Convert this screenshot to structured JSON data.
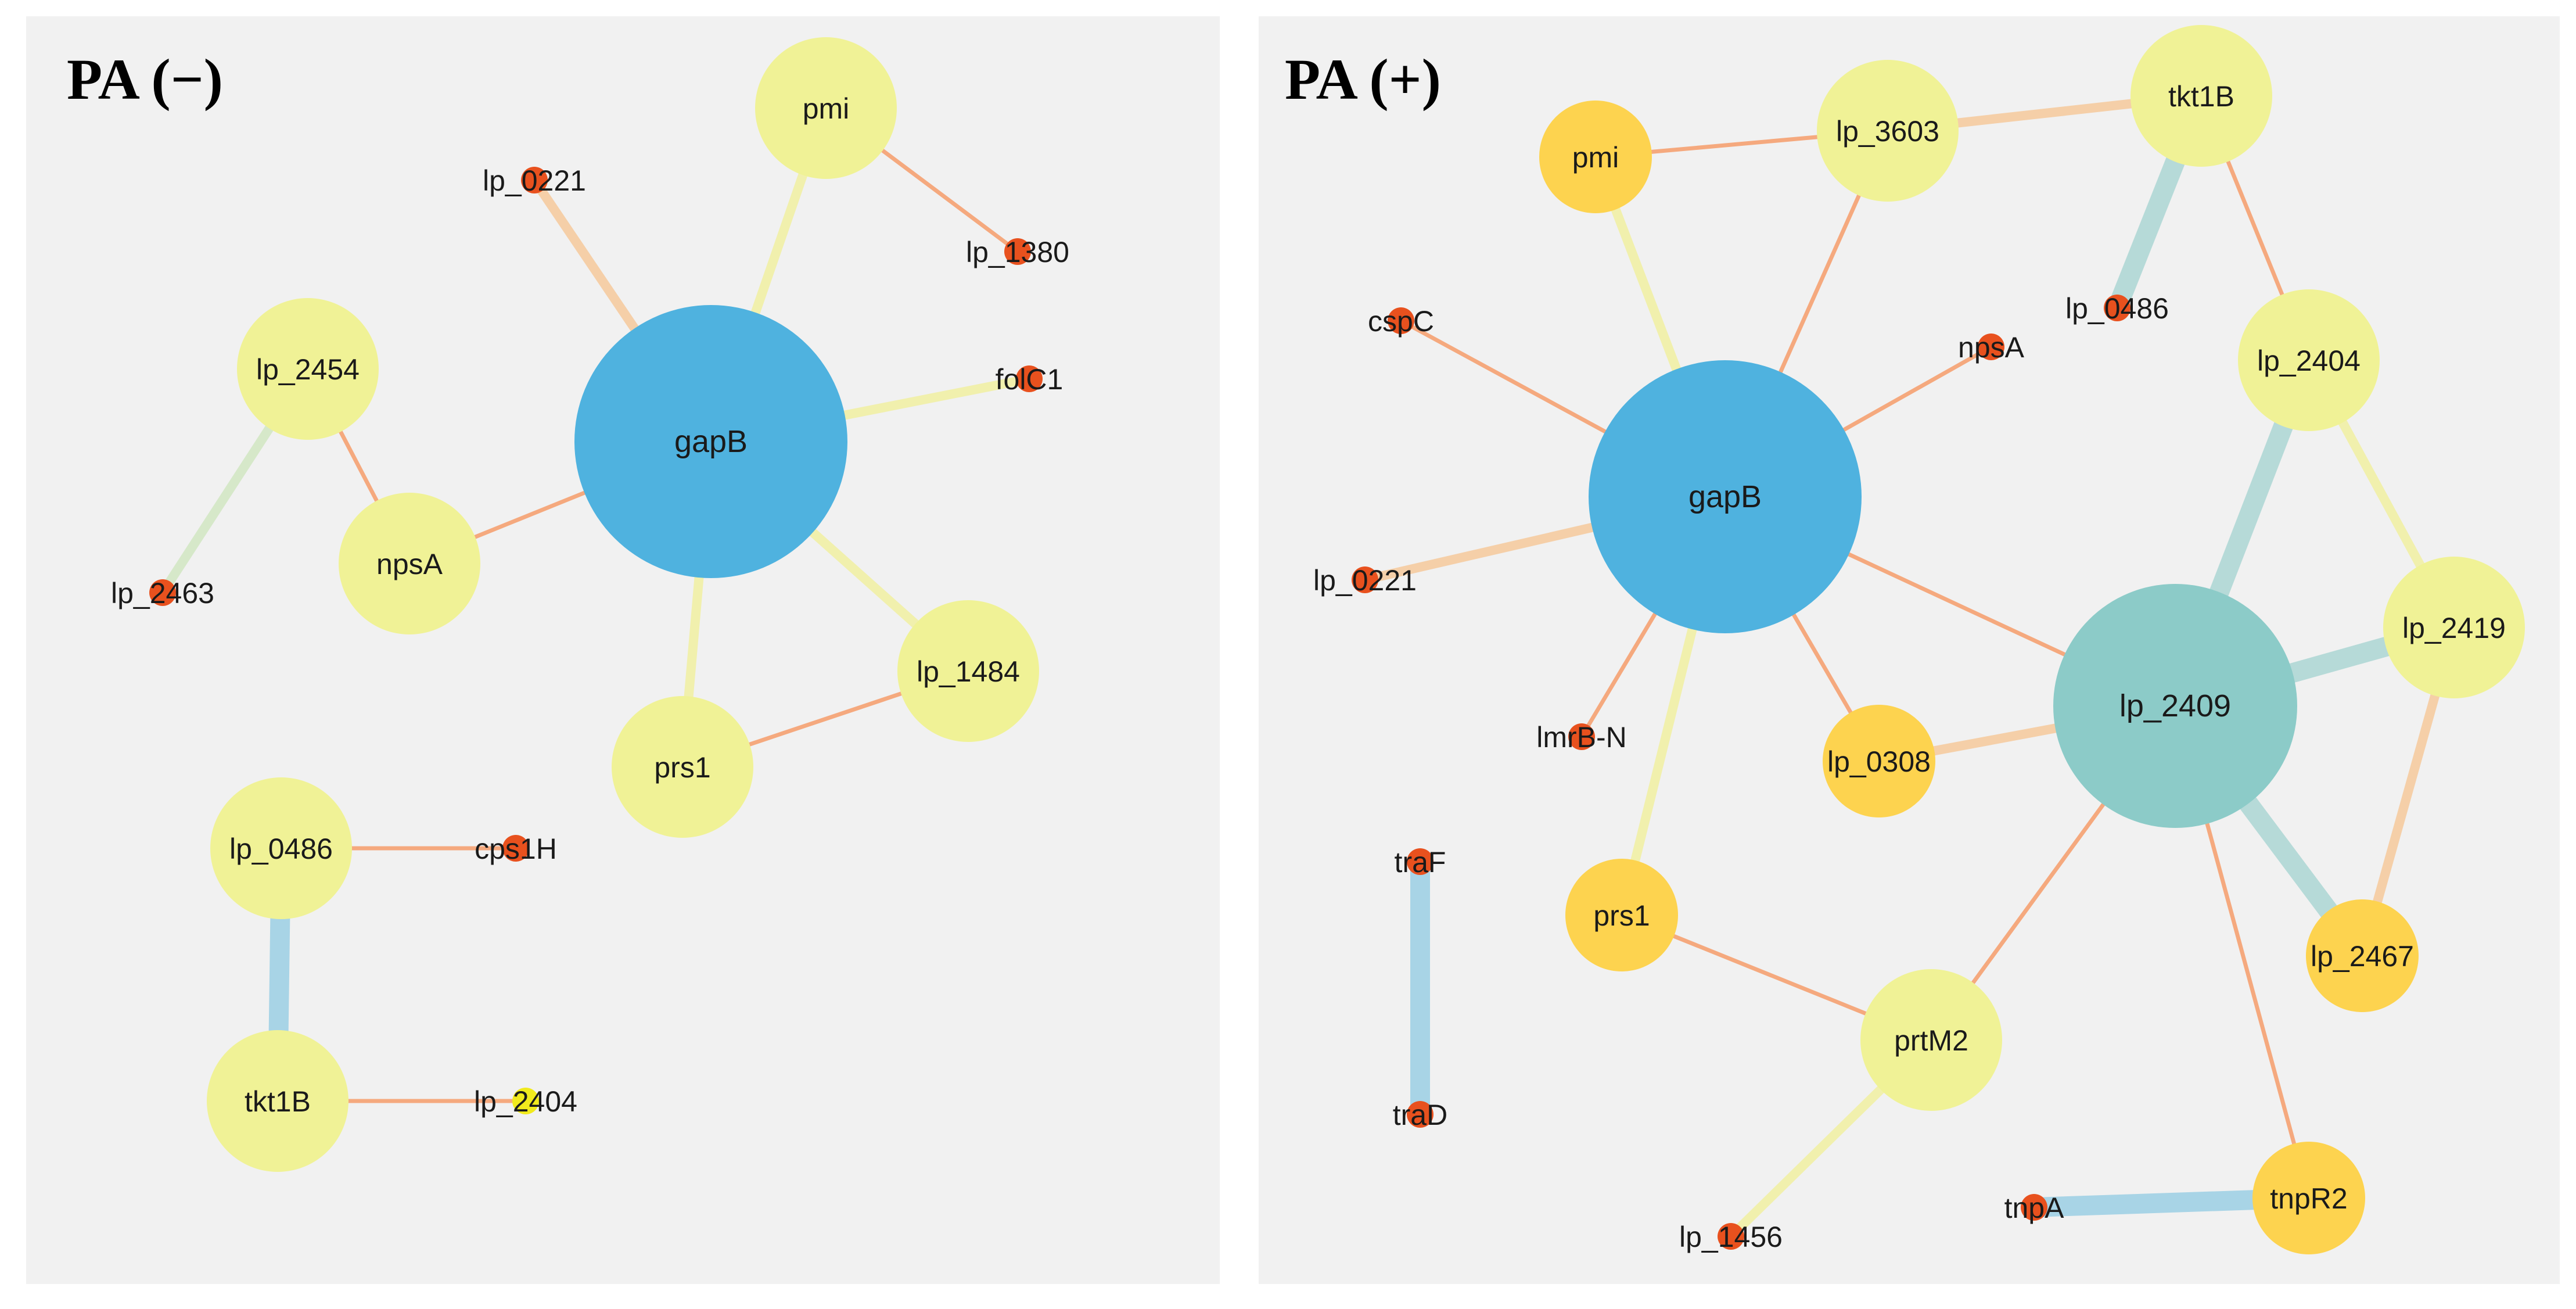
{
  "colors": {
    "background": "#ffffff",
    "panel_bg": "#f1f1f1",
    "hub_blue": "#4fb2df",
    "hub_teal": "#8ccbc8",
    "node_yellow": "#f0f296",
    "node_orange": "#fdd34f",
    "node_dot": "#e8511e",
    "node_dot_yellow": "#f1ea1d",
    "edge_orange": "#f5a97e",
    "edge_light_orange": "#f5cfa8",
    "edge_pale_yellow": "#f1f0ad",
    "edge_light_blue": "#a8d4e6",
    "edge_teal": "#b6dad8",
    "edge_pale_green": "#d6e8c9"
  },
  "panels": [
    {
      "id": "pa-minus",
      "title": "PA (−)",
      "nodes": [
        {
          "id": "gapB",
          "label": "gapB",
          "kind": "hub",
          "color": "hub_blue"
        },
        {
          "id": "pmi",
          "label": "pmi",
          "kind": "big",
          "color": "node_yellow"
        },
        {
          "id": "lp_2454",
          "label": "lp_2454",
          "kind": "big",
          "color": "node_yellow"
        },
        {
          "id": "npsA",
          "label": "npsA",
          "kind": "big",
          "color": "node_yellow"
        },
        {
          "id": "lp_1484",
          "label": "lp_1484",
          "kind": "big",
          "color": "node_yellow"
        },
        {
          "id": "prs1",
          "label": "prs1",
          "kind": "big",
          "color": "node_yellow"
        },
        {
          "id": "lp_0486",
          "label": "lp_0486",
          "kind": "big",
          "color": "node_yellow"
        },
        {
          "id": "tkt1B",
          "label": "tkt1B",
          "kind": "big",
          "color": "node_yellow"
        },
        {
          "id": "lp_0221",
          "label": "lp_0221",
          "kind": "dot",
          "color": "node_dot"
        },
        {
          "id": "lp_1380",
          "label": "lp_1380",
          "kind": "dot",
          "color": "node_dot"
        },
        {
          "id": "folC1",
          "label": "folC1",
          "kind": "dot",
          "color": "node_dot"
        },
        {
          "id": "lp_2463",
          "label": "lp_2463",
          "kind": "dot",
          "color": "node_dot"
        },
        {
          "id": "cps1H",
          "label": "cps1H",
          "kind": "dot",
          "color": "node_dot"
        },
        {
          "id": "lp_2404",
          "label": "lp_2404",
          "kind": "dot",
          "color": "node_dot_yellow"
        }
      ],
      "edges": [
        {
          "from": "gapB",
          "to": "pmi",
          "color": "edge_pale_yellow",
          "weight": "thick"
        },
        {
          "from": "gapB",
          "to": "lp_0221",
          "color": "edge_light_orange",
          "weight": "thick"
        },
        {
          "from": "gapB",
          "to": "folC1",
          "color": "edge_pale_yellow",
          "weight": "thick"
        },
        {
          "from": "gapB",
          "to": "npsA",
          "color": "edge_orange",
          "weight": "thin"
        },
        {
          "from": "gapB",
          "to": "prs1",
          "color": "edge_pale_yellow",
          "weight": "thick"
        },
        {
          "from": "gapB",
          "to": "lp_1484",
          "color": "edge_pale_yellow",
          "weight": "thick"
        },
        {
          "from": "pmi",
          "to": "lp_1380",
          "color": "edge_orange",
          "weight": "thin"
        },
        {
          "from": "lp_2454",
          "to": "npsA",
          "color": "edge_orange",
          "weight": "thin"
        },
        {
          "from": "lp_2454",
          "to": "lp_2463",
          "color": "edge_pale_green",
          "weight": "thick"
        },
        {
          "from": "prs1",
          "to": "lp_1484",
          "color": "edge_orange",
          "weight": "thin"
        },
        {
          "from": "lp_0486",
          "to": "cps1H",
          "color": "edge_orange",
          "weight": "thin"
        },
        {
          "from": "lp_0486",
          "to": "tkt1B",
          "color": "edge_light_blue",
          "weight": "heavy"
        },
        {
          "from": "tkt1B",
          "to": "lp_2404",
          "color": "edge_orange",
          "weight": "thin"
        }
      ]
    },
    {
      "id": "pa-plus",
      "title": "PA (+)",
      "nodes": [
        {
          "id": "gapB",
          "label": "gapB",
          "kind": "hub",
          "color": "hub_blue"
        },
        {
          "id": "lp_2409",
          "label": "lp_2409",
          "kind": "hub2",
          "color": "hub_teal"
        },
        {
          "id": "pmi",
          "label": "pmi",
          "kind": "mid",
          "color": "node_orange"
        },
        {
          "id": "lp_3603",
          "label": "lp_3603",
          "kind": "big",
          "color": "node_yellow"
        },
        {
          "id": "tkt1B",
          "label": "tkt1B",
          "kind": "big",
          "color": "node_yellow"
        },
        {
          "id": "lp_2404",
          "label": "lp_2404",
          "kind": "big",
          "color": "node_yellow"
        },
        {
          "id": "lp_2419",
          "label": "lp_2419",
          "kind": "big",
          "color": "node_yellow"
        },
        {
          "id": "lp_2467",
          "label": "lp_2467",
          "kind": "mid",
          "color": "node_orange"
        },
        {
          "id": "tnpR2",
          "label": "tnpR2",
          "kind": "mid",
          "color": "node_orange"
        },
        {
          "id": "prtM2",
          "label": "prtM2",
          "kind": "big",
          "color": "node_yellow"
        },
        {
          "id": "prs1",
          "label": "prs1",
          "kind": "mid",
          "color": "node_orange"
        },
        {
          "id": "lp_0308",
          "label": "lp_0308",
          "kind": "mid",
          "color": "node_orange"
        },
        {
          "id": "cspC",
          "label": "cspC",
          "kind": "dot",
          "color": "node_dot"
        },
        {
          "id": "npsA",
          "label": "npsA",
          "kind": "dot",
          "color": "node_dot"
        },
        {
          "id": "lp_0486",
          "label": "lp_0486",
          "kind": "dot",
          "color": "node_dot"
        },
        {
          "id": "lp_0221",
          "label": "lp_0221",
          "kind": "dot",
          "color": "node_dot"
        },
        {
          "id": "lmrB-N",
          "label": "lmrB-N",
          "kind": "dot",
          "color": "node_dot"
        },
        {
          "id": "traF",
          "label": "traF",
          "kind": "dot",
          "color": "node_dot"
        },
        {
          "id": "traD",
          "label": "traD",
          "kind": "dot",
          "color": "node_dot"
        },
        {
          "id": "lp_1456",
          "label": "lp_1456",
          "kind": "dot",
          "color": "node_dot"
        },
        {
          "id": "tnpA",
          "label": "tnpA",
          "kind": "dot",
          "color": "node_dot"
        }
      ],
      "edges": [
        {
          "from": "pmi",
          "to": "lp_3603",
          "color": "edge_orange",
          "weight": "thin"
        },
        {
          "from": "lp_3603",
          "to": "tkt1B",
          "color": "edge_light_orange",
          "weight": "thick"
        },
        {
          "from": "pmi",
          "to": "gapB",
          "color": "edge_pale_yellow",
          "weight": "thick"
        },
        {
          "from": "lp_3603",
          "to": "gapB",
          "color": "edge_orange",
          "weight": "thin"
        },
        {
          "from": "tkt1B",
          "to": "lp_0486",
          "color": "edge_teal",
          "weight": "heavy"
        },
        {
          "from": "tkt1B",
          "to": "lp_2404",
          "color": "edge_orange",
          "weight": "thin"
        },
        {
          "from": "gapB",
          "to": "cspC",
          "color": "edge_orange",
          "weight": "thin"
        },
        {
          "from": "gapB",
          "to": "npsA",
          "color": "edge_orange",
          "weight": "thin"
        },
        {
          "from": "gapB",
          "to": "lp_0221",
          "color": "edge_light_orange",
          "weight": "thick"
        },
        {
          "from": "gapB",
          "to": "lmrB-N",
          "color": "edge_orange",
          "weight": "thin"
        },
        {
          "from": "gapB",
          "to": "prs1",
          "color": "edge_pale_yellow",
          "weight": "thick"
        },
        {
          "from": "gapB",
          "to": "lp_0308",
          "color": "edge_orange",
          "weight": "thin"
        },
        {
          "from": "gapB",
          "to": "lp_2409",
          "color": "edge_orange",
          "weight": "thin"
        },
        {
          "from": "lp_0308",
          "to": "lp_2409",
          "color": "edge_light_orange",
          "weight": "thick"
        },
        {
          "from": "lp_2404",
          "to": "lp_2409",
          "color": "edge_teal",
          "weight": "heavy"
        },
        {
          "from": "lp_2404",
          "to": "lp_2419",
          "color": "edge_pale_yellow",
          "weight": "thick"
        },
        {
          "from": "lp_2419",
          "to": "lp_2409",
          "color": "edge_teal",
          "weight": "heavy"
        },
        {
          "from": "lp_2419",
          "to": "lp_2467",
          "color": "edge_light_orange",
          "weight": "thick"
        },
        {
          "from": "lp_2409",
          "to": "lp_2467",
          "color": "edge_teal",
          "weight": "heavy"
        },
        {
          "from": "lp_2409",
          "to": "prtM2",
          "color": "edge_orange",
          "weight": "thin"
        },
        {
          "from": "lp_2409",
          "to": "tnpR2",
          "color": "edge_orange",
          "weight": "thin"
        },
        {
          "from": "prs1",
          "to": "prtM2",
          "color": "edge_orange",
          "weight": "thin"
        },
        {
          "from": "prtM2",
          "to": "lp_1456",
          "color": "edge_pale_yellow",
          "weight": "thick"
        },
        {
          "from": "traF",
          "to": "traD",
          "color": "edge_light_blue",
          "weight": "heavy"
        },
        {
          "from": "tnpA",
          "to": "tnpR2",
          "color": "edge_light_blue",
          "weight": "heavy"
        }
      ]
    }
  ]
}
